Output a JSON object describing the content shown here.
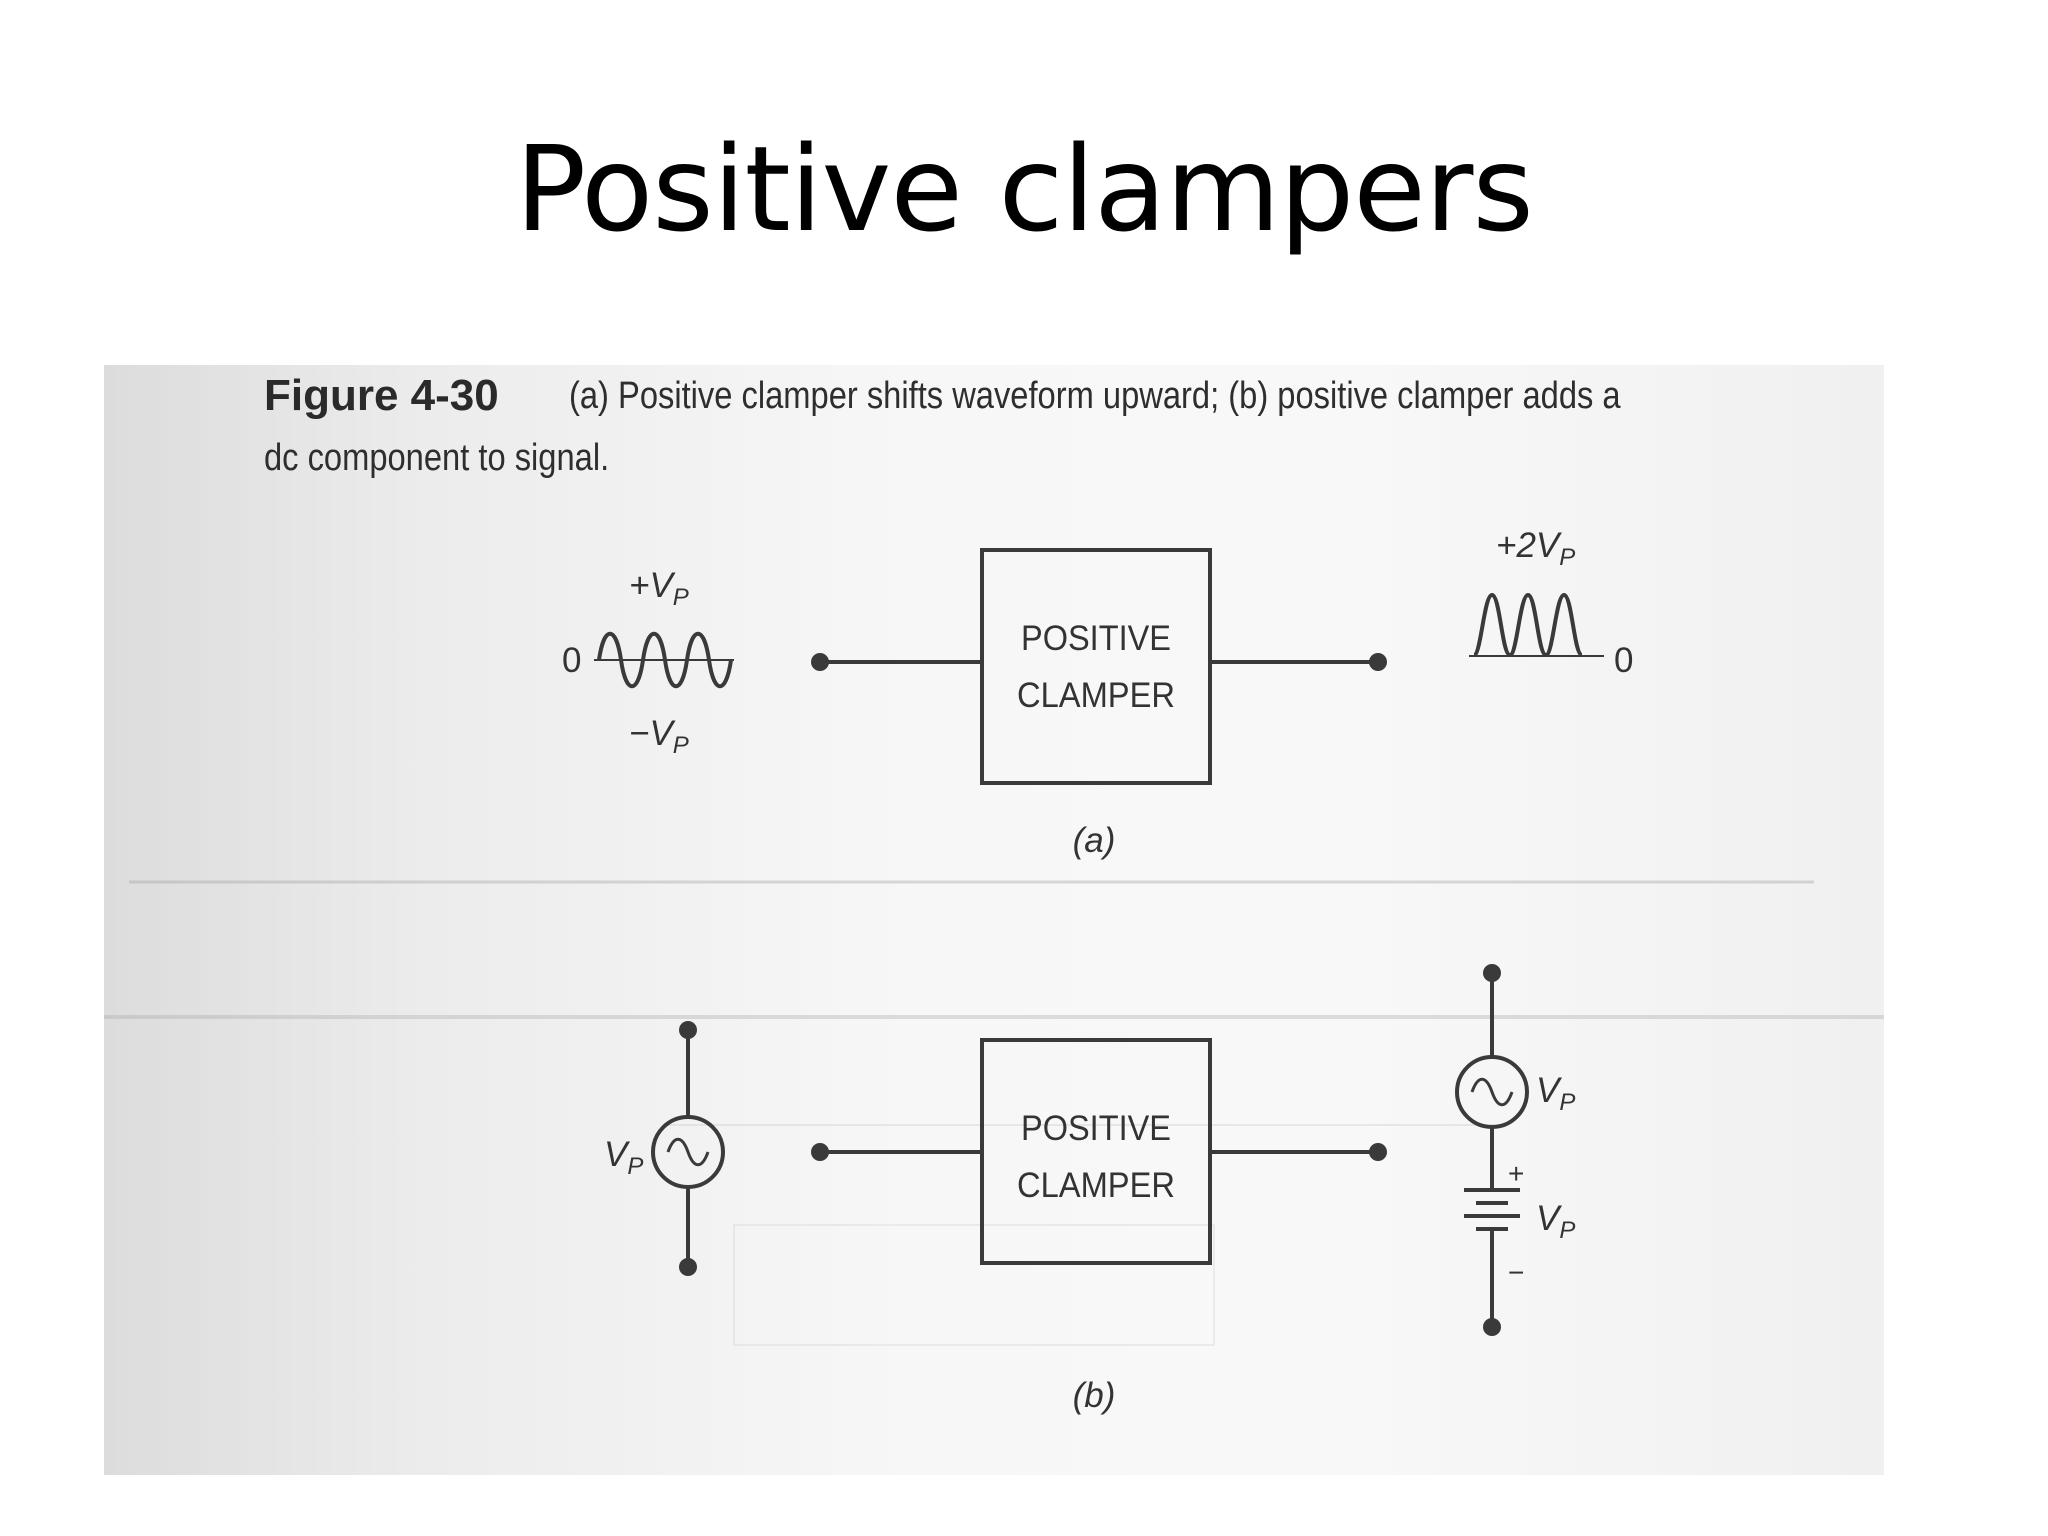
{
  "slide": {
    "title": "Positive clampers"
  },
  "figure": {
    "number": "Figure 4-30",
    "caption_line1": "(a) Positive clamper shifts waveform upward; (b) positive clamper adds a",
    "caption_line2": "dc component to signal."
  },
  "panel_a": {
    "block_line1": "POSITIVE",
    "block_line2": "CLAMPER",
    "input_top": "+V",
    "input_bottom": "−V",
    "input_zero": "0",
    "output_top": "+2V",
    "output_zero": "0",
    "subscript": "P",
    "label": "(a)"
  },
  "panel_b": {
    "block_line1": "POSITIVE",
    "block_line2": "CLAMPER",
    "source_label": "V",
    "ac_label": "V",
    "dc_label": "V",
    "subscript": "P",
    "plus": "+",
    "minus": "−",
    "label": "(b)"
  },
  "colors": {
    "ink": "#3a3a3a",
    "scan_background": "#f2f2f2"
  }
}
